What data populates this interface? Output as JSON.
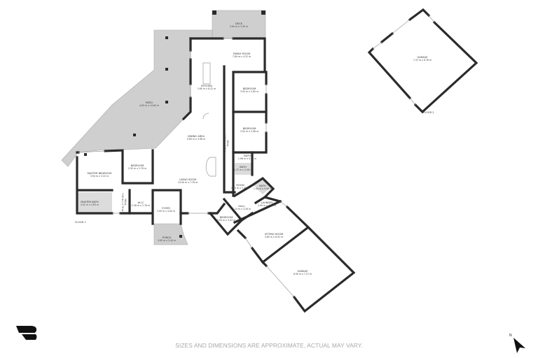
{
  "floors": [
    {
      "label": "FLOOR 1",
      "rooms": [
        {
          "name": "DECK",
          "dims": "3.90 m x 3.40 m"
        },
        {
          "name": "FAMILY ROOM",
          "dims": "7.84 m x 4.22 m"
        },
        {
          "name": "KITCHEN",
          "dims": "3.60 m x 6.22 m"
        },
        {
          "name": "BEDROOM",
          "dims": "3.92 m x 2.85 m"
        },
        {
          "name": "PATIO",
          "dims": "4.83 m x 14.60 m"
        },
        {
          "name": "DINING AREA",
          "dims": "5.80 m x 4.98 m"
        },
        {
          "name": "BEDROOM",
          "dims": "3.92 m x 2.96 m"
        },
        {
          "name": "BATH",
          "dims": "1.96 m x 0.76 m"
        },
        {
          "name": "BATH",
          "dims": "1.72 m x 2.06 m"
        },
        {
          "name": "MASTER BEDROOM",
          "dims": "3.94 m x 3.22 m"
        },
        {
          "name": "BEDROOM",
          "dims": "2.95 m x 2.76 m"
        },
        {
          "name": "LIVING ROOM",
          "dims": "10.90 m x 7.76 m"
        },
        {
          "name": "ROOM",
          "dims": "1.40 m x 1.45 m"
        },
        {
          "name": "BATH",
          "dims": "1.44 m x 0.96 m"
        },
        {
          "name": "HALL",
          "dims": "1.10 m x 3.26 m"
        },
        {
          "name": "LAUNDRY",
          "dims": "2.90 m x 4.60 m"
        },
        {
          "name": "MASTER BATH",
          "dims": "4.02 m x 2.83 m"
        },
        {
          "name": "W.I.C",
          "dims": "2.38 m x 2.76 m"
        },
        {
          "name": "FOYER",
          "dims": "3.00 m x 4.00 m"
        },
        {
          "name": "BEDROOM",
          "dims": "3.50 m x 3.43 m"
        },
        {
          "name": "SITTING ROOM",
          "dims": "4.85 m x 6.91 m"
        },
        {
          "name": "PORCH",
          "dims": "3.83 m x 2.40 m"
        },
        {
          "name": "GARAGE",
          "dims": "6.90 m x 7.27 m"
        }
      ],
      "hallways": [
        {
          "name": "HALL",
          "dims": "3.00 m x 7.76 m"
        },
        {
          "name": "HALL",
          "dims": "3.00 m x 2.76 m"
        }
      ]
    },
    {
      "label": "FLOOR 2",
      "rooms": [
        {
          "name": "GARAGE",
          "dims": "7.47 m x 6.78 m"
        }
      ]
    }
  ],
  "disclaimer": "SIZES AND DIMENSIONS ARE APPROXIMATE, ACTUAL MAY VARY.",
  "compass": {
    "label": "N"
  },
  "colors": {
    "wall": "#2b2b2b",
    "outdoor": "#cfcfcf",
    "disclaimer": "#a8a8a8"
  }
}
